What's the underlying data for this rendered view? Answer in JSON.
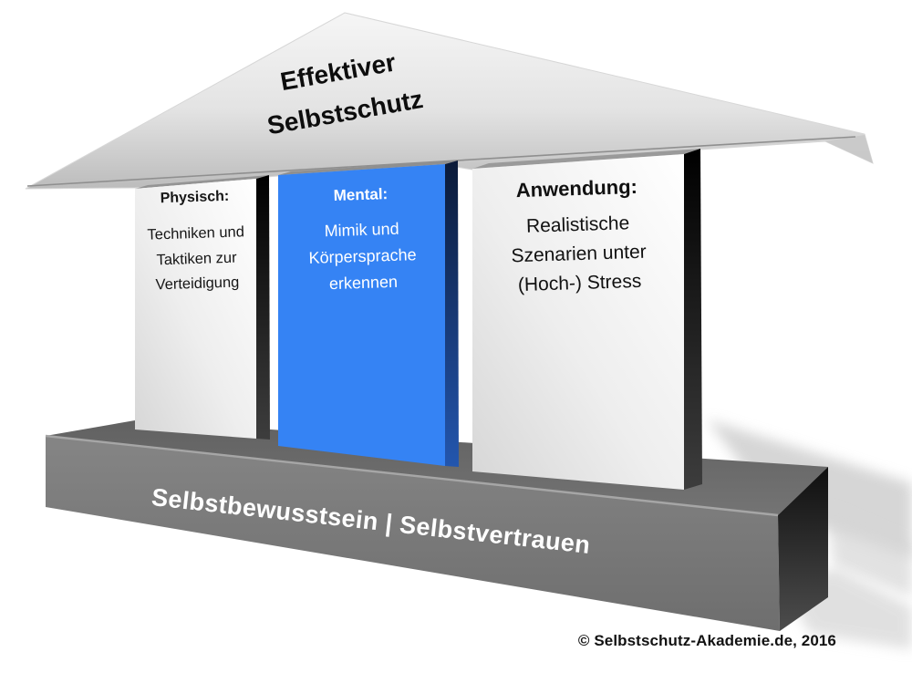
{
  "diagram": {
    "roof": {
      "line1": "Effektiver",
      "line2": "Selbstschutz"
    },
    "pillars": [
      {
        "heading": "Physisch:",
        "lines": [
          "Techniken und",
          "Taktiken zur",
          "Verteidigung"
        ]
      },
      {
        "heading": "Mental:",
        "lines": [
          "Mimik und",
          "Körpersprache",
          "erkennen"
        ]
      },
      {
        "heading": "Anwendung:",
        "lines": [
          "Realistische",
          "Szenarien unter",
          "(Hoch-) Stress"
        ]
      }
    ],
    "base": {
      "label": "Selbstbewusstsein | Selbstvertrauen"
    },
    "copyright": "© Selbstschutz-Akademie.de, 2016"
  },
  "colors": {
    "accent_blue": "#3583f4",
    "pillar_face_light": "#f2f2f2",
    "pillar_side_dark": "#141414",
    "base_front_gray": "#7c7c7c",
    "base_top_gray": "#696969",
    "base_side_dark": "#1c1c1c",
    "roof_light": "#f6f6f6",
    "roof_dark": "#bcbcbc",
    "text_dark": "#111111",
    "text_light": "#ffffff"
  }
}
